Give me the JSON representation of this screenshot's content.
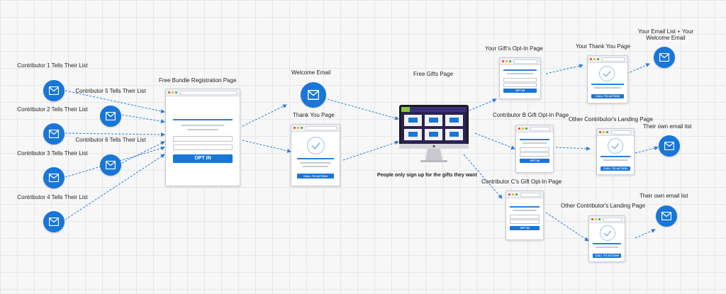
{
  "labels": {
    "c1": "Contributor 1 Tells Their List",
    "c2": "Contributor 2 Tells Their List",
    "c3": "Contributor 3 Tells Their List",
    "c4": "Contributor 4 Tells Their List",
    "c5": "Contributor 5 Tells Their List",
    "c6": "Contributor 6 Tells Their List",
    "registration": "Free Bundle Registration Page",
    "welcome": "Welcome Email",
    "thankyou": "Thank You Page",
    "gifts": "Free Gifts Page",
    "gifts_caption": "People only sign up for the gifts they want",
    "your_optin": "Your Gift's Opt-In Page",
    "your_thankyou": "Your Thank You Page",
    "your_email": "Your Email List + Your Welcome Email",
    "cb_optin": "Contributor B Gift Opt-In Page",
    "other_landing_1": "Other Contributor's Landing Page",
    "own_list_1": "Their own email list",
    "cc_optin": "Contributor C's Gift Opt-In Page",
    "other_landing_2": "Other Contributor's Landing Page",
    "own_list_2": "Their own email list"
  },
  "buttons": {
    "opt_in_big": "OPT IN",
    "opt_in": "OPT IN",
    "call_to_action": "CALL TO ACTION"
  },
  "colors": {
    "accent": "#1876d8",
    "arrow": "#2b7fd8",
    "grid": "#e6e7ea"
  },
  "icons": {
    "email": "mail-icon",
    "check": "check-icon"
  }
}
